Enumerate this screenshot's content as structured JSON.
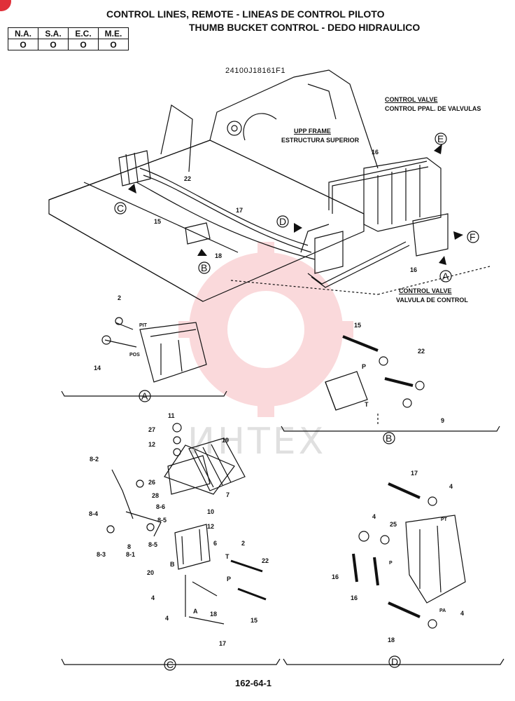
{
  "title": {
    "line1": "CONTROL LINES, REMOTE - LINEAS DE CONTROL PILOTO",
    "line2": "THUMB BUCKET CONTROL - DEDO HIDRAULICO"
  },
  "availability": {
    "headers": [
      "N.A.",
      "S.A.",
      "E.C.",
      "M.E."
    ],
    "values": [
      "O",
      "O",
      "O",
      "O"
    ]
  },
  "drawing_code": "24100J18161F1",
  "labels": {
    "control_valve_main_en": "CONTROL VALVE",
    "control_valve_main_es": "CONTROL PPAL. DE VALVULAS",
    "upp_frame_en": "UPP FRAME",
    "upp_frame_es": "ESTRUCTURA SUPERIOR",
    "control_valve_en": "CONTROL VALVE",
    "control_valve_es": "VALVULA DE CONTROL"
  },
  "callouts": {
    "A": "A",
    "B": "B",
    "C": "C",
    "D": "D",
    "E": "E",
    "F": "F"
  },
  "port_labels": {
    "pit": "PIT",
    "pos": "POS",
    "p": "P",
    "t": "T",
    "pa": "PA",
    "pt": "PT"
  },
  "part_numbers": {
    "n2": "2",
    "n4": "4",
    "n6": "6",
    "n7": "7",
    "n9": "9",
    "n10": "10",
    "n11": "11",
    "n12": "12",
    "n14": "14",
    "n15": "15",
    "n16": "16",
    "n17": "17",
    "n18": "18",
    "n19": "19",
    "n20": "20",
    "n22": "22",
    "n25": "25",
    "n26": "26",
    "n27": "27",
    "n28": "28",
    "n8_1": "8-1",
    "n8_2": "8-2",
    "n8_3": "8-3",
    "n8_4": "8-4",
    "n8_5": "8-5",
    "n8_6": "8-6",
    "n8": "8"
  },
  "watermark": "ИНТЕХ",
  "page_number": "162-64-1"
}
